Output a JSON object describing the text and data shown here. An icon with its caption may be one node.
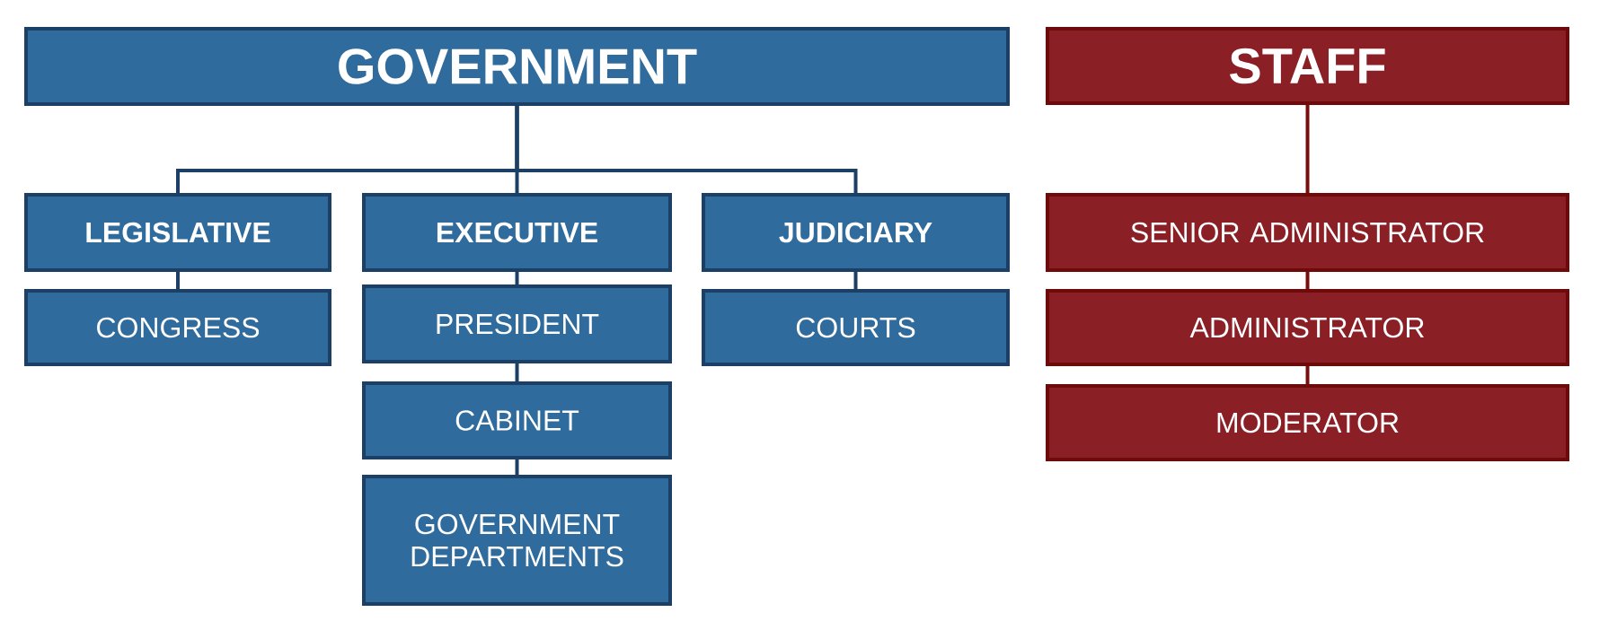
{
  "diagram": {
    "nodes": [
      {
        "text": [
          "GOVERNMENT"
        ]
      },
      {
        "text": [
          "LEGISLATIVE"
        ]
      },
      {
        "text": [
          "EXECUTIVE"
        ]
      },
      {
        "text": [
          "JUDICIARY"
        ]
      },
      {
        "text": [
          "CONGRESS"
        ]
      },
      {
        "text": [
          "PRESIDENT"
        ]
      },
      {
        "text": [
          "COURTS"
        ]
      },
      {
        "text": [
          "CABINET"
        ]
      },
      {
        "text": [
          "GOVERNMENT DEPARTMENTS"
        ]
      },
      {
        "text": [
          "STAFF"
        ]
      },
      {
        "text": [
          "SENIOR ADMINISTRATOR"
        ]
      },
      {
        "text": [
          "ADMINISTRATOR"
        ]
      },
      {
        "text": [
          "MODERATOR"
        ]
      }
    ],
    "edges": [
      {
        "from": 0,
        "to": 1,
        "arrow": "none"
      },
      {
        "from": 0,
        "to": 2,
        "arrow": "none"
      },
      {
        "from": 0,
        "to": 3,
        "arrow": "none"
      },
      {
        "from": 1,
        "to": 4,
        "arrow": "none"
      },
      {
        "from": 2,
        "to": 5,
        "arrow": "none"
      },
      {
        "from": 3,
        "to": 6,
        "arrow": "none"
      },
      {
        "from": 5,
        "to": 7,
        "arrow": "none"
      },
      {
        "from": 7,
        "to": 8,
        "arrow": "none"
      },
      {
        "from": 9,
        "to": 10,
        "arrow": "none",
        "color": "#7a0c0c"
      },
      {
        "from": 10,
        "to": 11,
        "arrow": "none",
        "color": "#7a0c0c"
      },
      {
        "from": 11,
        "to": 12,
        "arrow": "none",
        "color": "#7a0c0c"
      }
    ]
  }
}
